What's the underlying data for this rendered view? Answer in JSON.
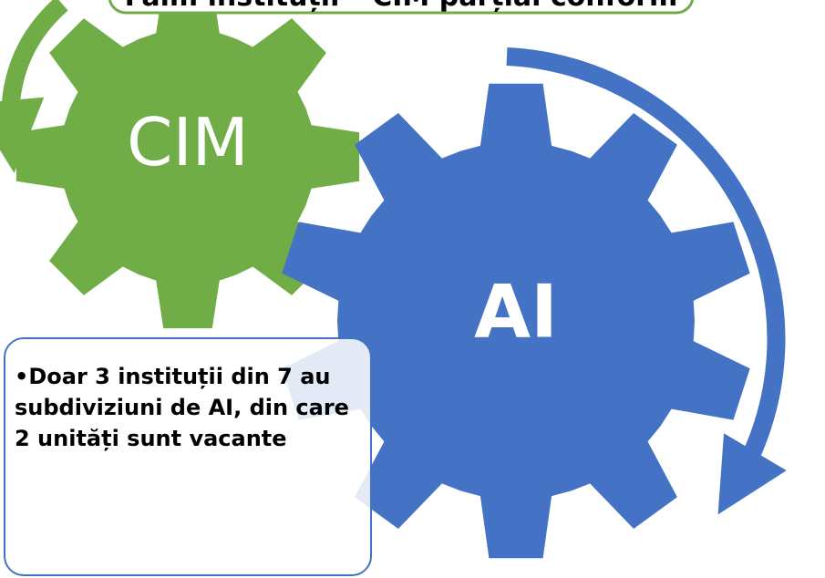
{
  "colors": {
    "cim_gear": "#70AD47",
    "ai_gear": "#4472C4",
    "banner_border": "#70AD47",
    "note_border": "#4472C4",
    "label_text": "#FFFFFF"
  },
  "banner": {
    "text": "Faim instituții – CIM parțial conform"
  },
  "gears": {
    "cim": {
      "label": "CIM"
    },
    "ai": {
      "label": "AI"
    }
  },
  "note": {
    "text": "•Doar 3 instituții din 7 au subdiviziuni de AI, din care 2 unități sunt vacante"
  },
  "icons": [
    "curved-arrow-icon",
    "curved-arrow-icon"
  ]
}
